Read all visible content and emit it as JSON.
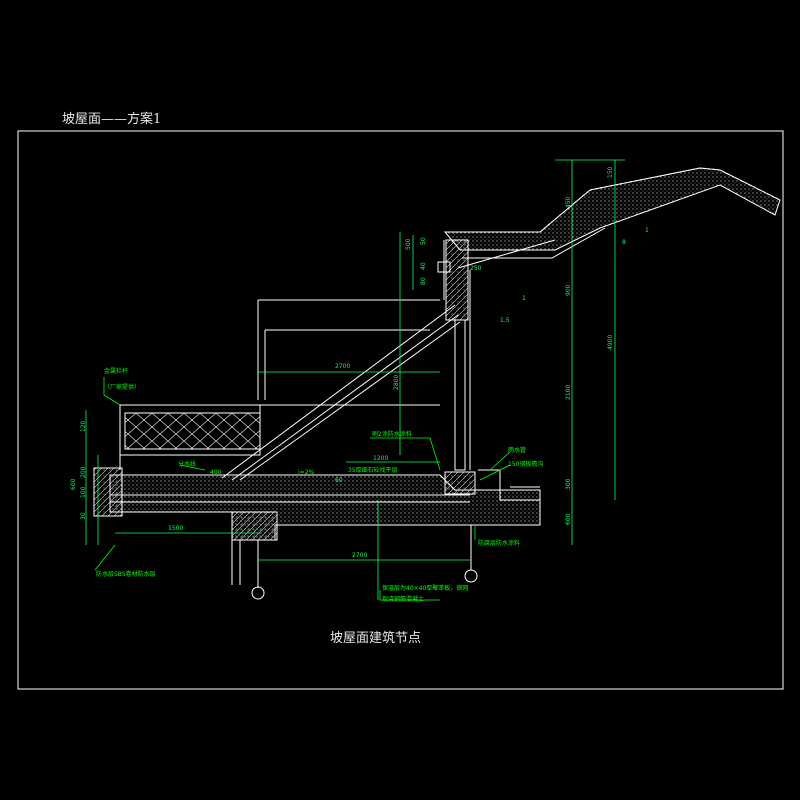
{
  "sheet_title": "坡屋面——方案1",
  "caption": "坡屋面建筑节点",
  "colors": {
    "background": "#000000",
    "frame": "#ffffff",
    "structure": "#ffffff",
    "dimension": "#00ff66",
    "leader": "#00ff00",
    "label": "#00ff00",
    "railing_label": "#00ff66",
    "hatch": "#ffffff",
    "grid_bubble": "#ffffff"
  },
  "annotations": {
    "railing_name": "金属栏杆",
    "railing_note": "（厂家提供）",
    "drain_top": "分水线",
    "drain_top_dim": "400",
    "waterproof_note": "刷2涂防水涂料",
    "downpipe_note": "雨水管",
    "gutter_note": "150钢板檐沟",
    "floor_note": "35厚细石砼找平层",
    "slope_note": "i=2%",
    "bottom_note_1": "保温层为40×40厚聚苯板，钢网",
    "bottom_note_2": "现浇钢筋混凝土",
    "right_note": "防腐层防水涂料",
    "left_bottom_note": "防水层SBS卷材防水层"
  },
  "dims": {
    "d2700_top": "2700",
    "d2700_bottom": "2700",
    "d1500": "1500",
    "d1200": "1200",
    "d2800": "2800",
    "d4900": "4900",
    "d2100": "2100",
    "d900": "900",
    "d300": "300",
    "d450": "450",
    "d500": "500",
    "d600": "600",
    "d150": "150",
    "d100": "100",
    "d50": "50",
    "d40": "40",
    "d80": "80",
    "d200": "200",
    "d120": "120",
    "d30": "30",
    "d600b": "600",
    "d250": "250",
    "d60": "60",
    "slope_1": "1",
    "slope_2": "1.5",
    "slope_3": "8",
    "slope_4": "1"
  }
}
